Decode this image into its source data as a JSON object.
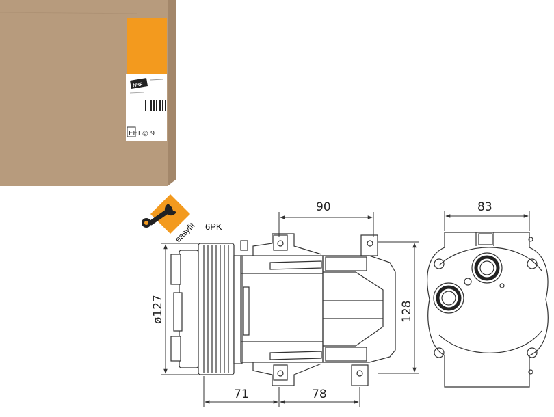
{
  "package": {
    "label_text": "NRF",
    "cert_marks": "EHI ◎ 9"
  },
  "easyfit": {
    "text": "easyfit",
    "accent": "#f39a1e"
  },
  "diagram": {
    "belt_label": "6PK",
    "dims": {
      "pulley_diameter": "ø127",
      "top_length": "90",
      "side_width": "83",
      "height": "128",
      "bottom_left": "71",
      "bottom_right": "78"
    }
  },
  "colors": {
    "box": "#b79b7d",
    "box_dark": "#a3876a",
    "box_top": "#c7ad90",
    "orange": "#f39a1e",
    "line": "#333333"
  }
}
